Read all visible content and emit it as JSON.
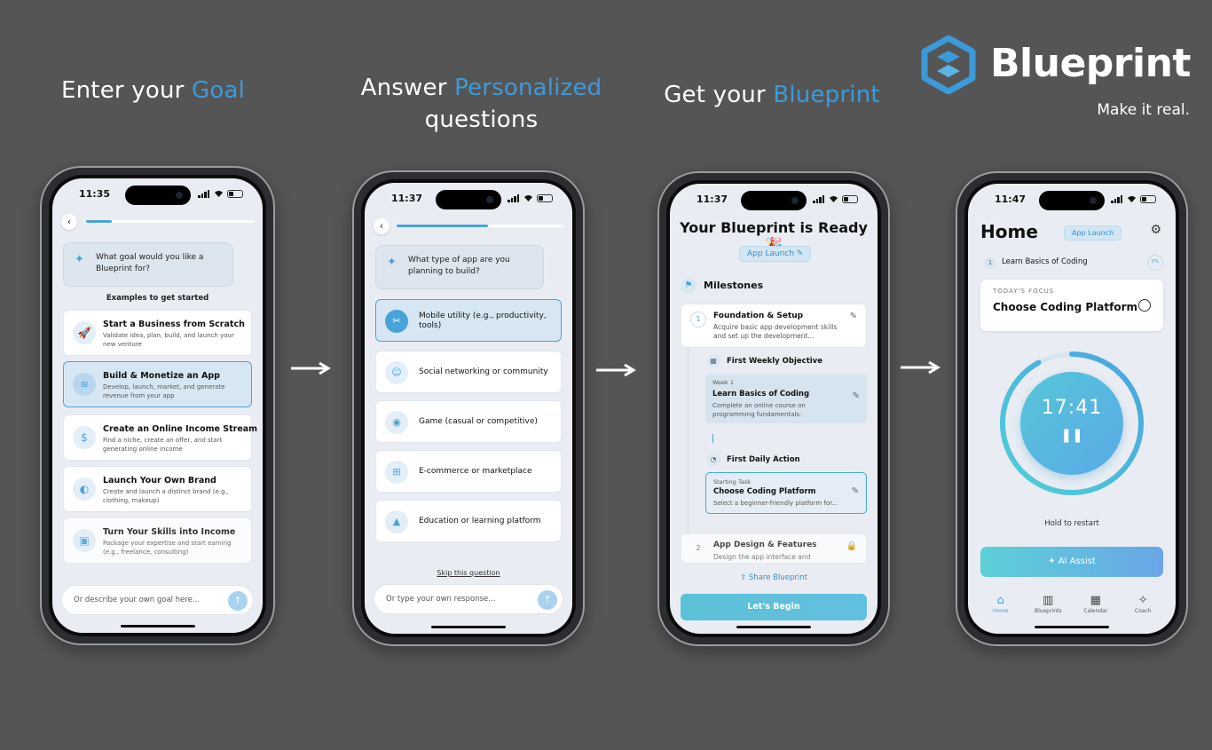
{
  "steps": [
    {
      "title_prefix": "Enter your ",
      "title_accent": "Goal",
      "title_line2": ""
    },
    {
      "title_prefix": "Answer ",
      "title_accent": "Personalized",
      "title_line2": "questions"
    },
    {
      "title_prefix": "Get your ",
      "title_accent": "Blueprint",
      "title_line2": ""
    }
  ],
  "brand": {
    "name": "Blueprint",
    "tagline": "Make it real.",
    "accent": "#3b9ad9"
  },
  "phone1": {
    "time": "11:35",
    "question": "What goal would you like a Blueprint for?",
    "examples_heading": "Examples to get started",
    "goals": [
      {
        "icon": "rocket-icon",
        "title": "Start a Business from Scratch",
        "desc": "Validate idea, plan, build, and launch your new venture",
        "selected": false
      },
      {
        "icon": "layers-icon",
        "title": "Build & Monetize an App",
        "desc": "Develop, launch, market, and generate revenue from your app",
        "selected": true
      },
      {
        "icon": "money-icon",
        "title": "Create an Online Income Stream",
        "desc": "Find a niche, create an offer, and start generating online income",
        "selected": false
      },
      {
        "icon": "palette-icon",
        "title": "Launch Your Own Brand",
        "desc": "Create and launch a distinct brand (e.g., clothing, makeup)",
        "selected": false
      },
      {
        "icon": "briefcase-icon",
        "title": "Turn Your Skills into Income",
        "desc": "Package your expertise and start earning (e.g., freelance, consulting)",
        "selected": false
      }
    ],
    "input_placeholder": "Or describe your own goal here...",
    "progress": 0.15
  },
  "phone2": {
    "time": "11:37",
    "question": "What type of app are you planning to build?",
    "options": [
      {
        "icon": "tools-icon",
        "label": "Mobile utility (e.g., productivity, tools)",
        "selected": true
      },
      {
        "icon": "people-icon",
        "label": "Social networking or community",
        "selected": false
      },
      {
        "icon": "gamepad-icon",
        "label": "Game (casual or competitive)",
        "selected": false
      },
      {
        "icon": "cart-icon",
        "label": "E-commerce or marketplace",
        "selected": false
      },
      {
        "icon": "graduation-cap-icon",
        "label": "Education or learning platform",
        "selected": false
      }
    ],
    "skip_label": "Skip this question",
    "input_placeholder": "Or type your own response...",
    "progress": 0.55
  },
  "phone3": {
    "time": "11:37",
    "title": "Your Blueprint is Ready 🎉",
    "tag": "App Launch ✎",
    "milestones_heading": "Milestones",
    "milestone1": {
      "num": "1",
      "title": "Foundation & Setup",
      "desc": "Acquire basic app development skills and set up the development..."
    },
    "weekly_label": "First Weekly Objective",
    "weekly_task": {
      "kicker": "Week 1",
      "title": "Learn Basics of Coding",
      "desc": "Complete an online course on programming fundamentals."
    },
    "daily_label": "First Daily Action",
    "daily_task": {
      "kicker": "Starting Task",
      "title": "Choose Coding Platform",
      "desc": "Select a beginner-friendly platform for..."
    },
    "milestone2": {
      "num": "2",
      "title": "App Design & Features",
      "desc": "Design the app interface and define..."
    },
    "share_label": "Share Blueprint",
    "cta_label": "Let's Begin"
  },
  "phone4": {
    "time": "11:47",
    "title": "Home",
    "tag": "App Launch",
    "objective_num": "1",
    "objective": "Learn Basics of Coding",
    "objective_pct": "0%",
    "focus_kicker": "TODAY'S FOCUS",
    "focus_title": "Choose Coding Platform",
    "timer": "17:41",
    "timer_progress": 0.92,
    "hold_label": "Hold to restart",
    "ai_label": "AI Assist",
    "tabs": [
      {
        "icon": "home-icon",
        "label": "Home",
        "active": true
      },
      {
        "icon": "map-icon",
        "label": "Blueprints",
        "active": false
      },
      {
        "icon": "calendar-icon",
        "label": "Calendar",
        "active": false
      },
      {
        "icon": "sparkle-icon",
        "label": "Coach",
        "active": false
      }
    ]
  }
}
